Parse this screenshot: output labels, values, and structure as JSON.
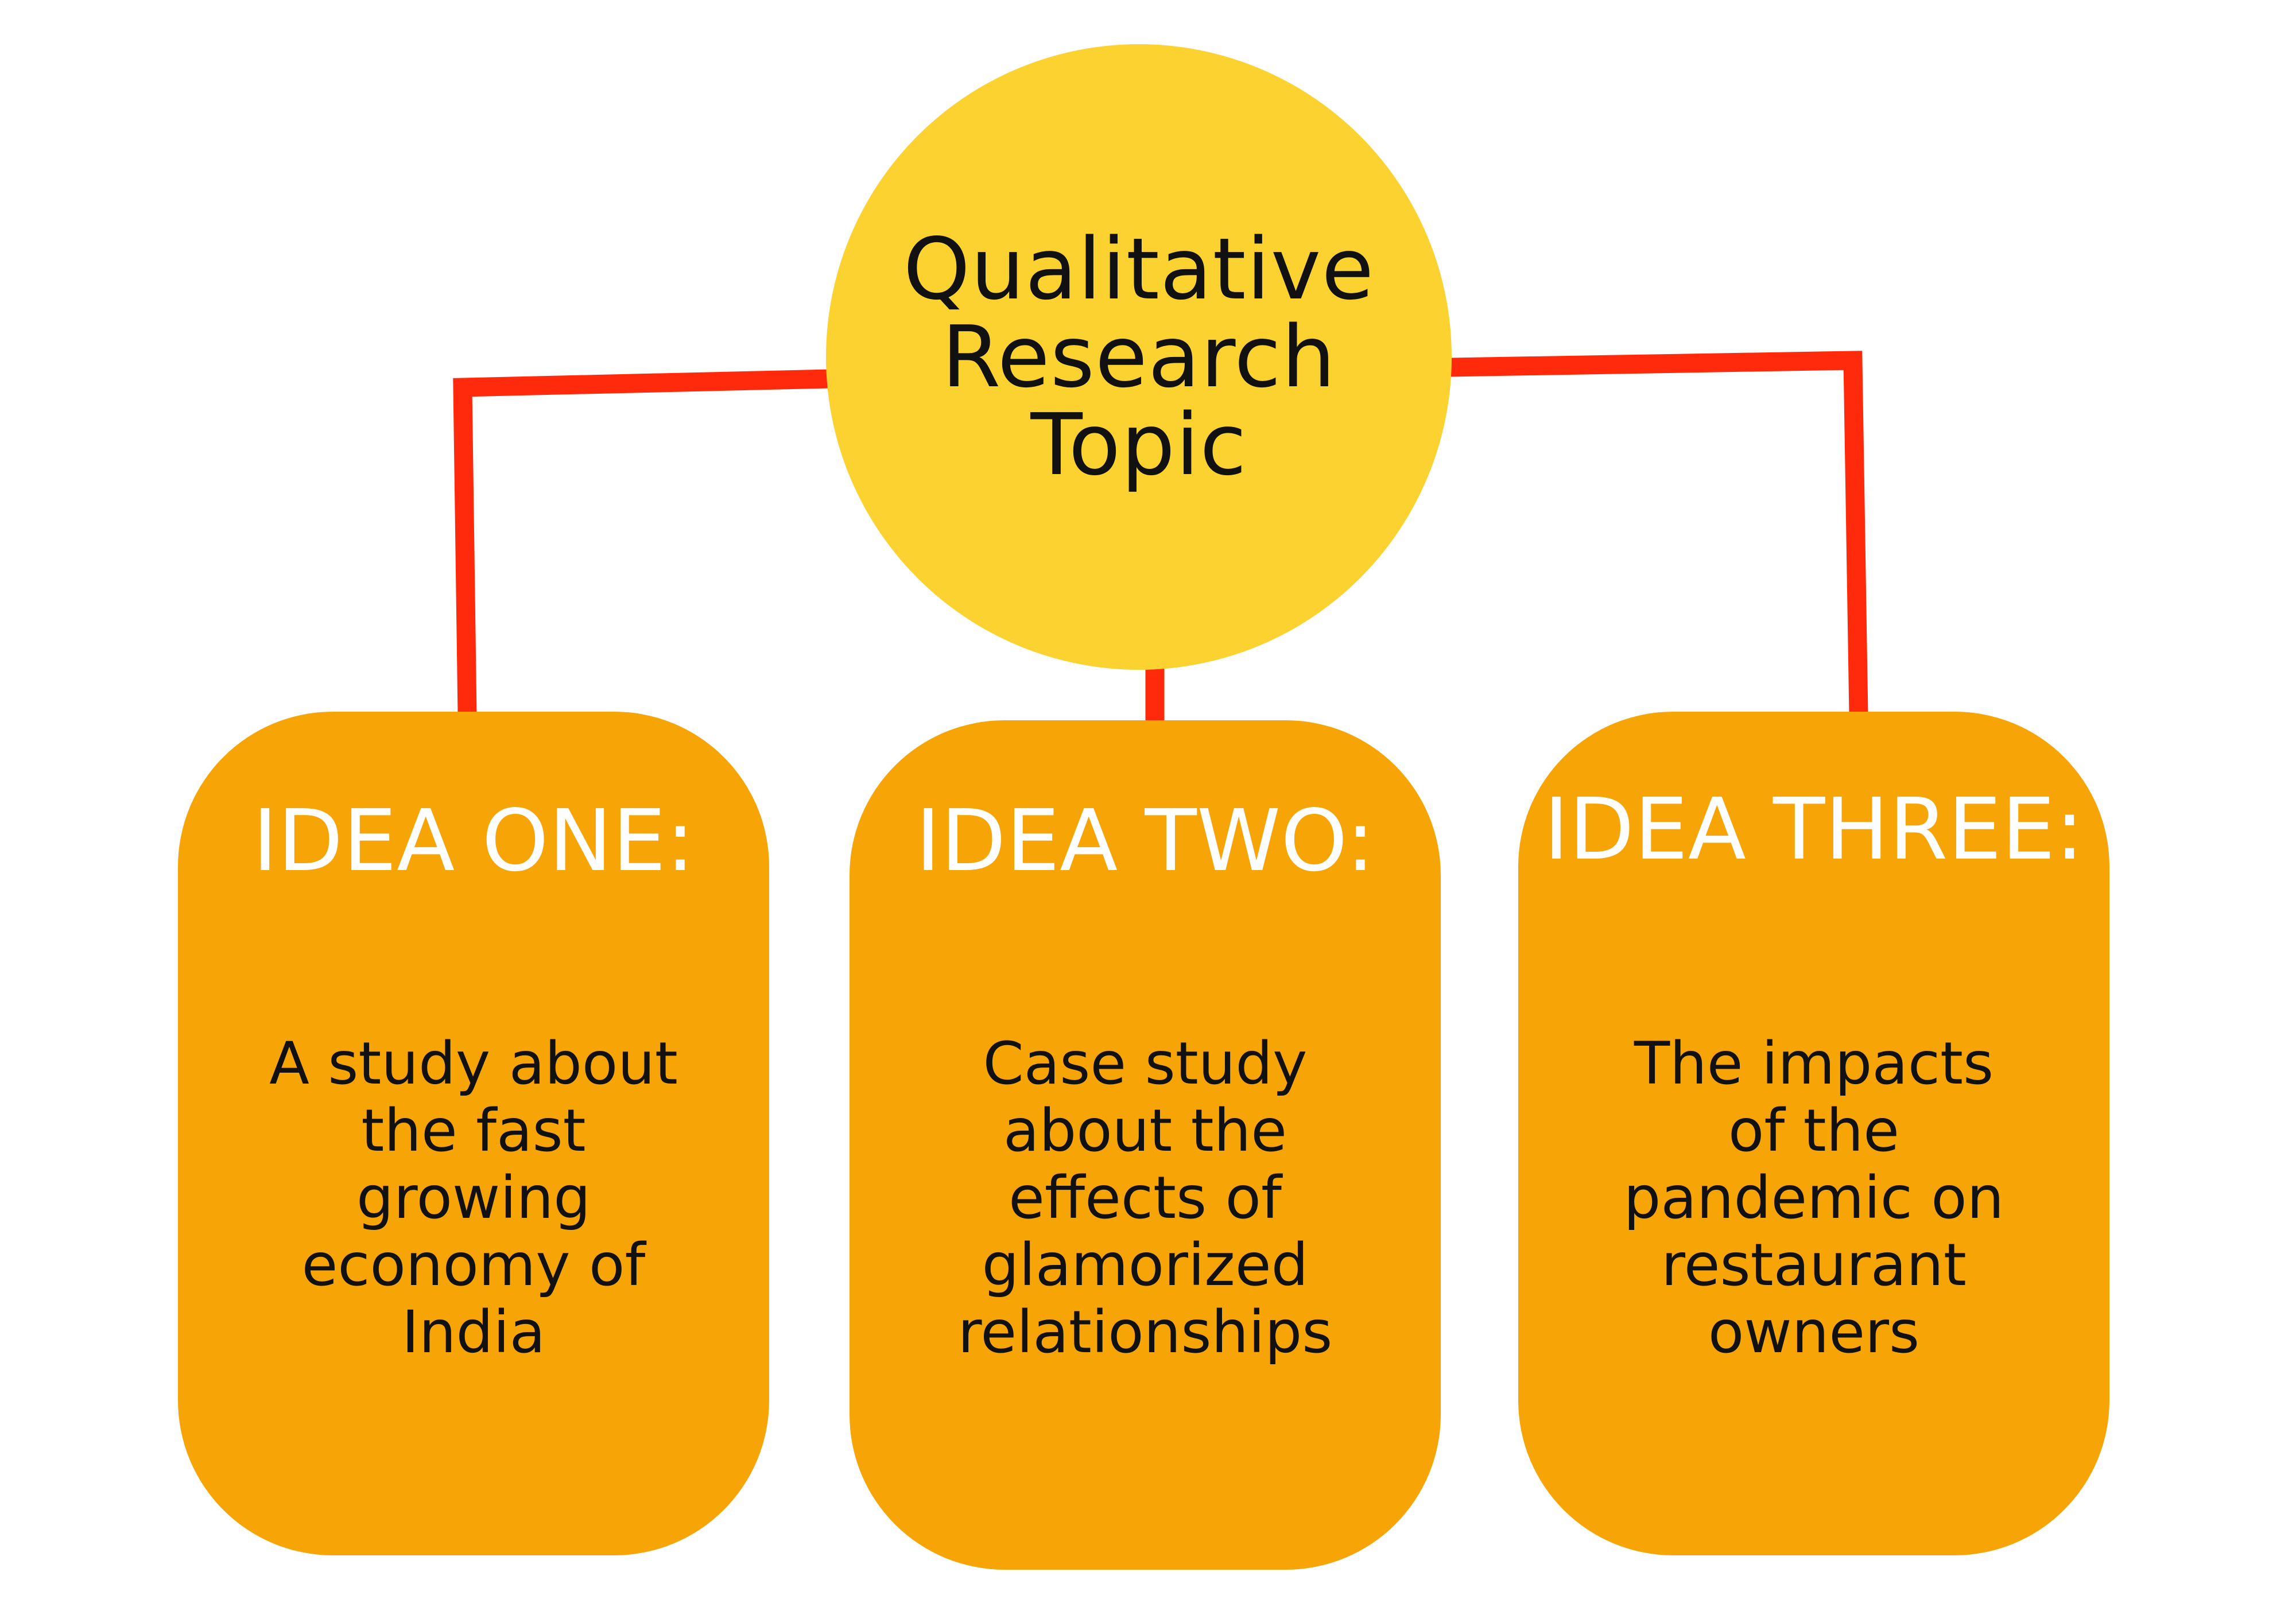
{
  "central_topic": {
    "lines": [
      "Qualitative",
      "Research",
      "Topic"
    ]
  },
  "ideas": [
    {
      "heading": "IDEA ONE:",
      "body_lines": [
        "A study about",
        "the fast",
        "growing",
        "economy of",
        "India"
      ]
    },
    {
      "heading": "IDEA TWO:",
      "body_lines": [
        "Case study",
        "about the",
        "effects of",
        "glamorized",
        "relationships"
      ]
    },
    {
      "heading": "IDEA THREE:",
      "body_lines": [
        "The impacts",
        "of the",
        "pandemic on",
        "restaurant",
        "owners"
      ]
    }
  ],
  "colors": {
    "central_fill": "#fbd22f",
    "card_fill": "#f7a506",
    "connector": "#ff2a0c",
    "heading_text": "#ffffff",
    "body_text": "#111111"
  }
}
